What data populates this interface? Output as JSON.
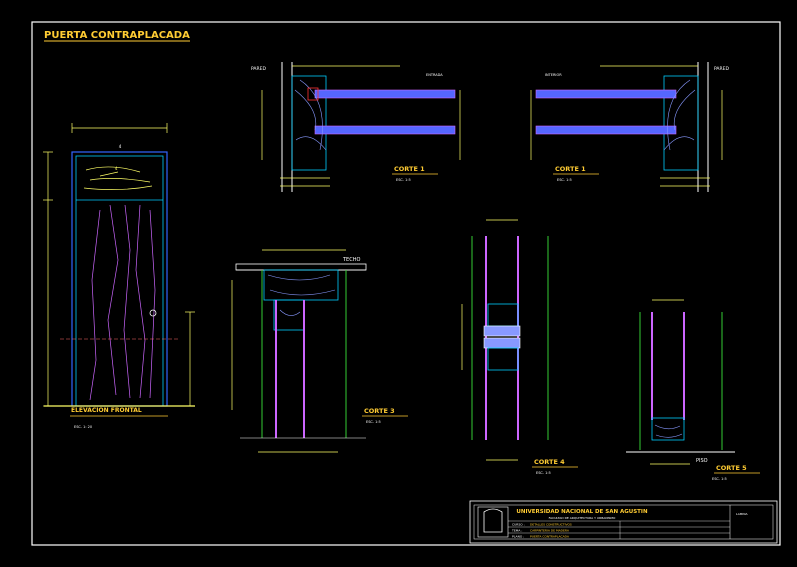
{
  "drawing_title": "PUERTA CONTRAPLACADA",
  "views": {
    "elevation": {
      "label": "ELEVACION FRONTAL",
      "scale": "ESC. 1: 20"
    },
    "corte1_left": {
      "label": "CORTE 1",
      "scale": "ESC. 1:5",
      "wall": "PARED",
      "top_label": "ENTRADA"
    },
    "corte1_right": {
      "label": "CORTE 1",
      "scale": "ESC. 1:5",
      "wall": "PARED",
      "top_label": "INTERIOR"
    },
    "corte3": {
      "label": "CORTE 3",
      "scale": "ESC. 1:5",
      "ceiling": "TECHO"
    },
    "corte4": {
      "label": "CORTE 4",
      "scale": "ESC. 1:5"
    },
    "corte5": {
      "label": "CORTE 5",
      "scale": "ESC. 1:5",
      "floor": "PISO"
    }
  },
  "title_block": {
    "university": "UNIVERSIDAD NACIONAL DE SAN AGUSTIN",
    "faculty": "FACULTAD DE ARQUITECTURA Y URBANISMO",
    "row1_label": "CURSO :",
    "row1_value": "DETALLES CONSTRUCTIVOS",
    "row2_label": "TEMA :",
    "row2_value": "CARPINTERIA DE MADERA",
    "row3_label": "PLANO :",
    "row3_value": "PUERTA CONTRAPLACADA",
    "sheet_label": "LAMINA"
  },
  "colors": {
    "frame": "#ffffff",
    "title": "#ffcc33",
    "dims": "#ffff66",
    "wood": "#00ccff",
    "panel": "#cc66ff",
    "green": "#33cc33",
    "hatch": "#8899ff"
  }
}
